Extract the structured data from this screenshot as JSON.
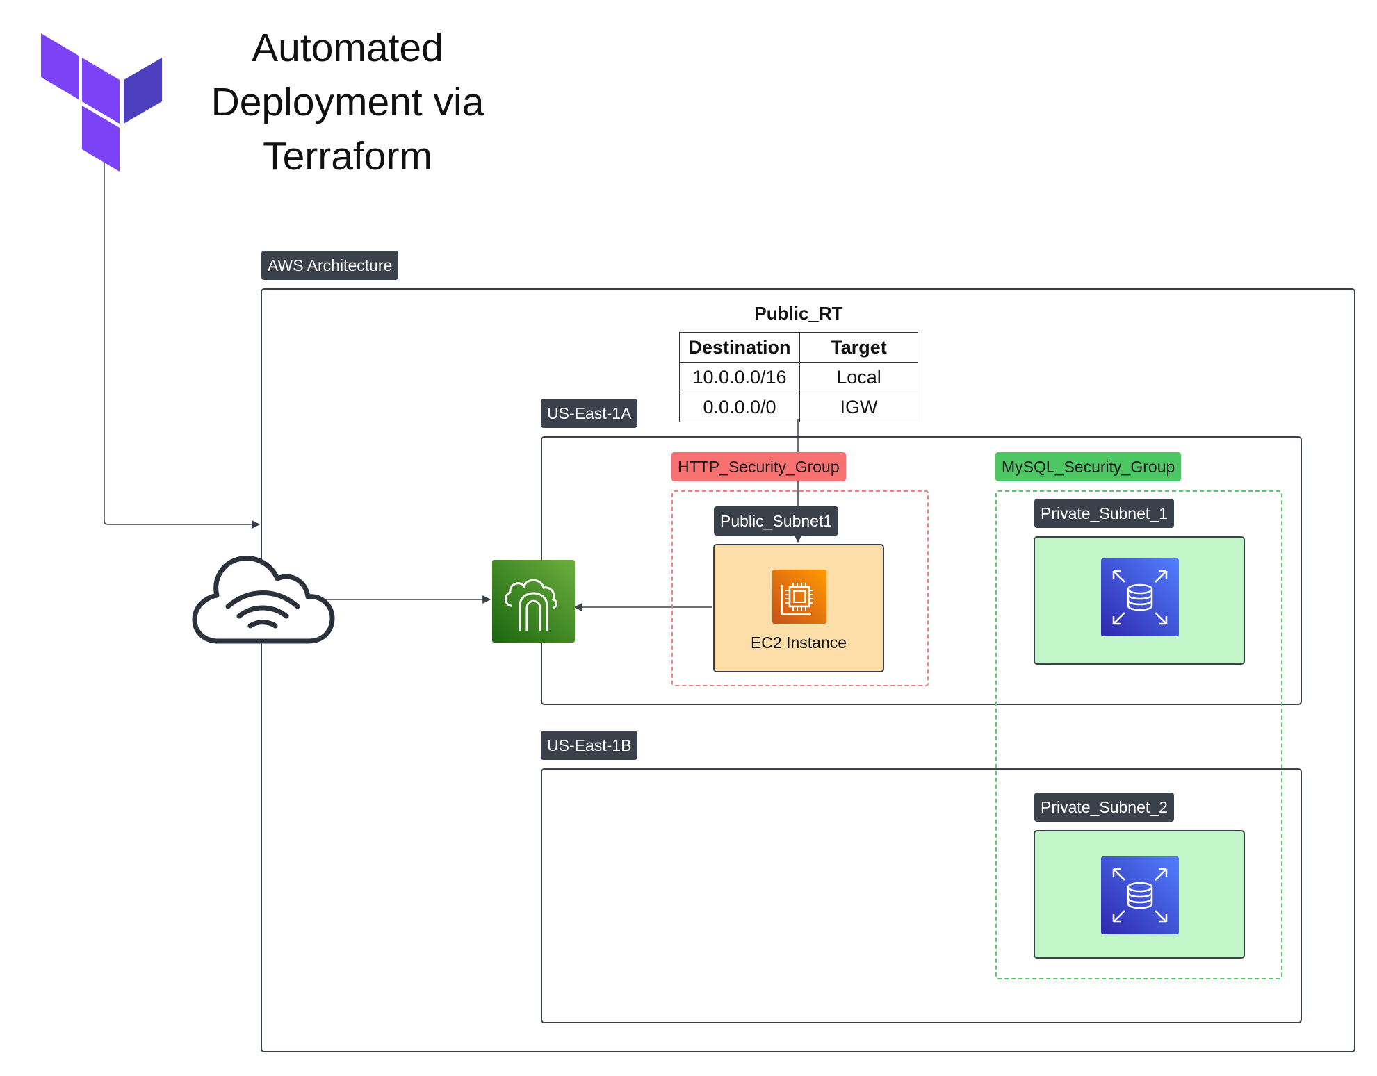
{
  "title": {
    "line1": "Automated",
    "line2": "Deployment via",
    "line3": "Terraform"
  },
  "tags": {
    "aws_architecture": "AWS Architecture",
    "us_east_1a": "US-East-1A",
    "us_east_1b": "US-East-1B",
    "http_sg": "HTTP_Security_Group",
    "mysql_sg": "MySQL_Security_Group",
    "public_subnet": "Public_Subnet1",
    "private_subnet_1": "Private_Subnet_1",
    "private_subnet_2": "Private_Subnet_2"
  },
  "route_table": {
    "title": "Public_RT",
    "headers": [
      "Destination",
      "Target"
    ],
    "rows": [
      [
        "10.0.0.0/16",
        "Local"
      ],
      [
        "0.0.0.0/0",
        "IGW"
      ]
    ]
  },
  "ec2": {
    "label": "EC2 Instance"
  },
  "icons": {
    "terraform": "terraform-logo-icon",
    "internet": "internet-cloud-icon",
    "igw": "internet-gateway-icon",
    "ec2": "ec2-instance-icon",
    "rds": "rds-database-icon"
  },
  "colors": {
    "tag_dark": "#3b414b",
    "http_sg": "#f87171",
    "mysql_sg": "#4cc763",
    "ec2_fill": "#fedea8",
    "private_fill": "#c2f5c8",
    "terraform_purple": "#7b42f6",
    "igw_green": "#3f8624",
    "ec2_orange": "#ed7100",
    "rds_blue": "#3b48cc"
  }
}
